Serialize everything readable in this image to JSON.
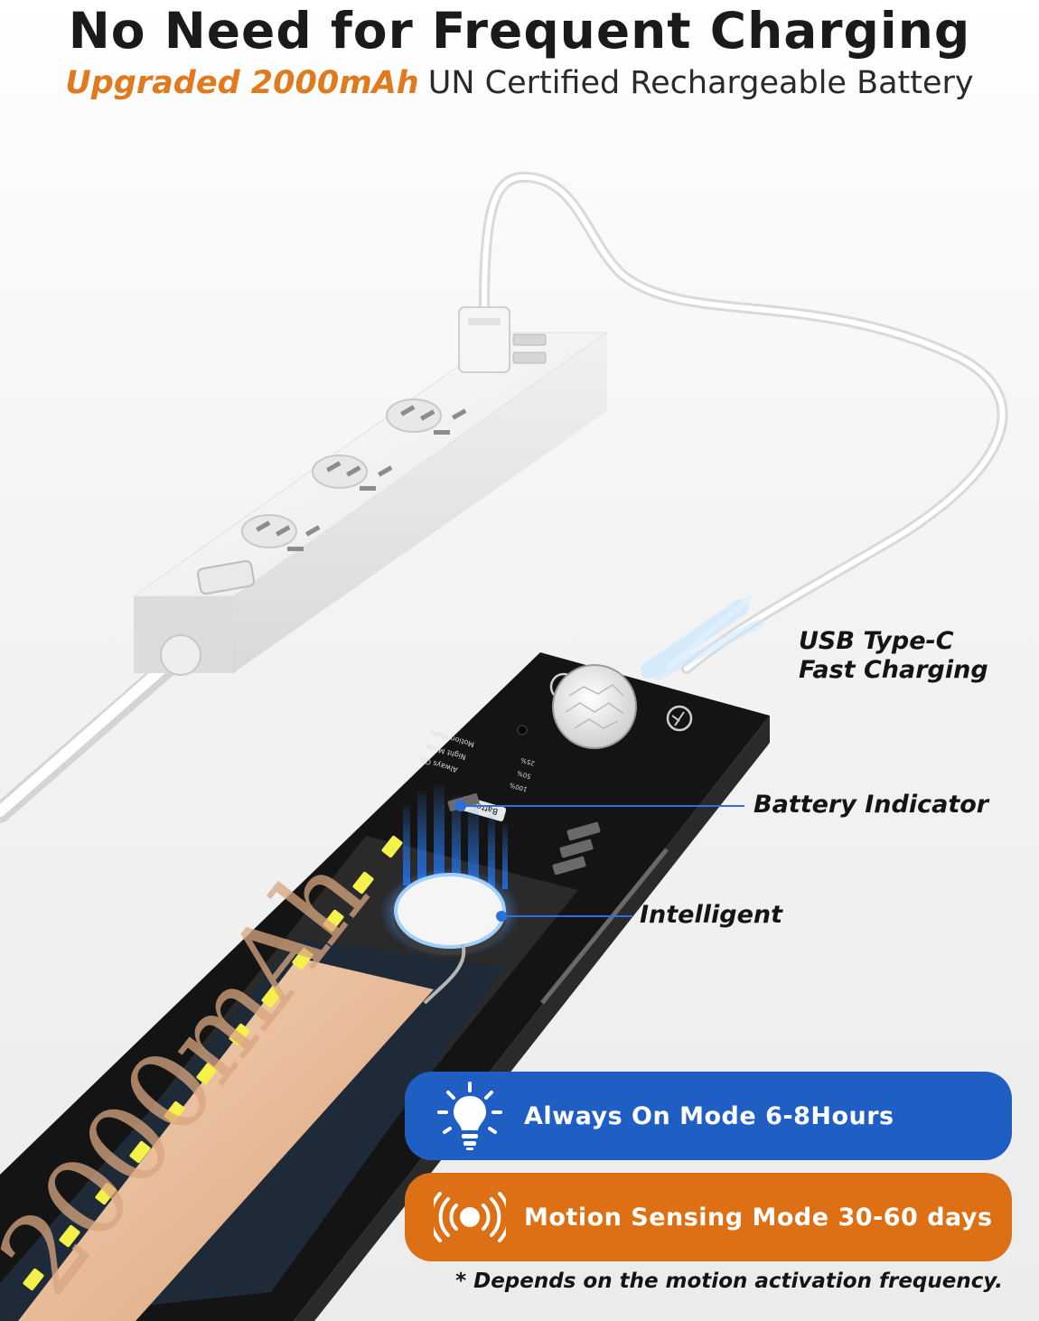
{
  "header": {
    "title": "No Need for Frequent Charging",
    "subtitle_accent": "Upgraded 2000mAh",
    "subtitle_rest": "UN Certified Rechargeable Battery"
  },
  "device": {
    "battery_label": "Battery",
    "level_high": "100%",
    "level_mid": "50%",
    "level_low": "25%",
    "mode_always_on": "Always ON",
    "mode_night": "Night Mode",
    "mode_motion": "Motion Mode",
    "capacity_engraving": "2000mAh"
  },
  "callouts": {
    "usb_line1": "USB Type-C",
    "usb_line2": "Fast Charging",
    "battery_indicator": "Battery Indicator",
    "intelligent": "Intelligent"
  },
  "modes": [
    {
      "label": "Always On Mode 6-8Hours",
      "icon": "light-bulb-icon",
      "color": "#1f5fc4"
    },
    {
      "label": "Motion Sensing Mode 30-60 days",
      "icon": "motion-sensor-icon",
      "color": "#dd6f14"
    }
  ],
  "footnote": "* Depends on the motion activation frequency.",
  "colors": {
    "accent_orange": "#e07a1f",
    "mode_blue": "#1f5fc4",
    "mode_orange": "#dd6f14",
    "device_body": "#111111",
    "battery_copper": "#e8b790"
  }
}
